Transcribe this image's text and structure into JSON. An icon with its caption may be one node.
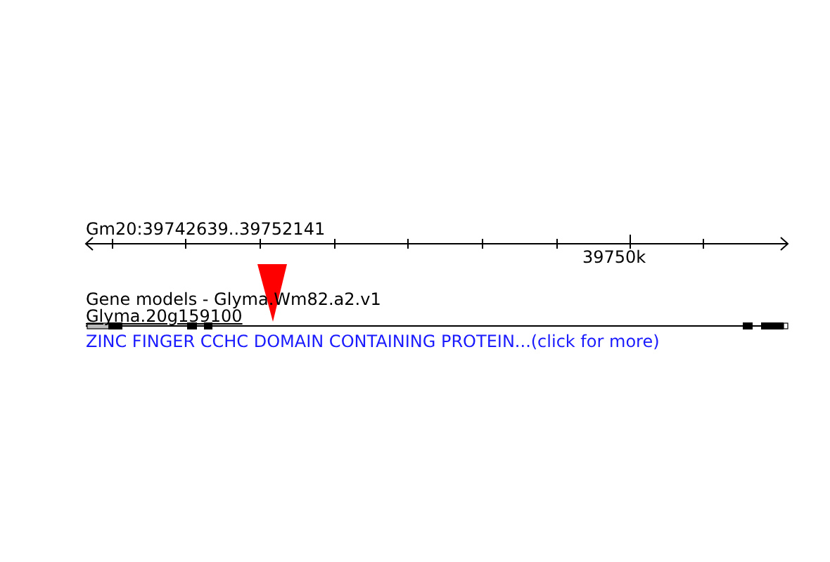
{
  "diagram": {
    "labels": [
      "Gm20:39742639..39752141",
      "39750k",
      "Gene models - Glyma.Wm82.a2.v1",
      "Glyma.20g159100",
      "ZINC FINGER CCHC DOMAIN CONTAINING PROTEIN...(click for more)"
    ]
  }
}
